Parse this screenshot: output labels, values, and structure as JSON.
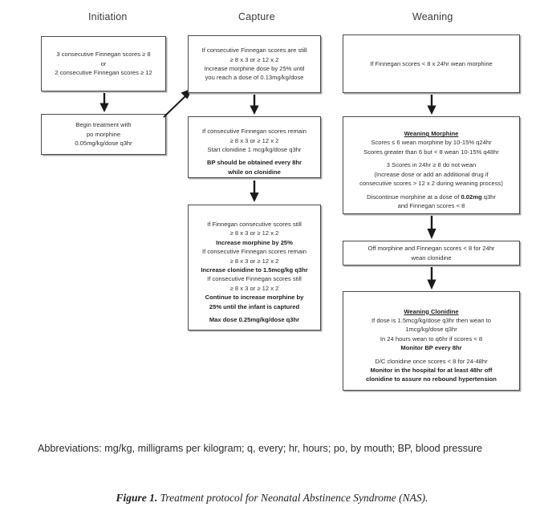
{
  "figure": {
    "headers": [
      {
        "id": "initiation",
        "label": "Initiation"
      },
      {
        "id": "capture",
        "label": "Capture"
      },
      {
        "id": "weaning",
        "label": "Weaning"
      }
    ],
    "nodes": {
      "initiation_1": "3 consecutive Finnegan  scores ≥ 8\nor\n2 consecutive Finnegan scores ≥ 12",
      "initiation_2": "Begin treatment with\npo morphine\n0.05mg/kg/dose q3hr",
      "capture_1": "If consecutive Finnegan scores are still\n≥ 8 x 3 or ≥ 12 x 2\nIncrease morphine dose by 25% until\nyou reach a dose of 0.13mg/kg/dose",
      "capture_2_plain_a": "If consecutive Finnegan scores remain\n≥ 8 x 3 or ≥ 12 x 2\nStart clonidine 1 mcg/kg/dose q3hr",
      "capture_2_bold_b": "BP should be obtained every 8hr\nwhile on clonidine",
      "capture_3_line1": "If Finnegan consecutive scores still\n≥ 8 x 3 or ≥ 12 x 2",
      "capture_3_bold1": "Increase morphine by 25%",
      "capture_3_line2": "If consecutive Finnegan scores remain\n≥ 8 x 3 or ≥ 12 x 2",
      "capture_3_bold2": "Increase clonidine to 1.5mcg/kg q3hr",
      "capture_3_line3": "If consecutive Finnegan scores still\n≥ 8 x 3 or ≥ 12 x 2",
      "capture_3_bold3": "Continue to increase morphine by\n25% until the infant is captured",
      "capture_3_bold4": "Max dose 0.25mg/kg/dose q3hr",
      "weaning_1": "If Finnegan scores < 8 x 24hr wean morphine",
      "weaning_2_title": "Weaning Morphine",
      "weaning_2_a": "Scores ≤ 6 wean morphine by 10-15% q24hr\nScores greater than 6 but < 8 wean 10-15% q48hr",
      "weaning_2_b": "3 Scores in 24hr ≥ 8 do not wean\n(Increase dose or add an additional drug if\nconsecutive scores > 12 x 2 during weaning process)",
      "weaning_2_c_pre": "Discontinue morphine at a dose of ",
      "weaning_2_c_bold": "0.02mg",
      "weaning_2_c_post": " q3hr\nand Finnegan scores < 8",
      "weaning_3": "Off morphine and Finnegan scores < 8 for 24hr\nwean clonidine",
      "weaning_4_title": "Weaning Clonidine",
      "weaning_4_a": "If dose is 1.5mcg/kg/dose q3hr then wean to\n1mcg/kg/dose q3hr\nIn 24 hours wean to q6hr if scores < 8",
      "weaning_4_bold1": "Monitor BP every 8hr",
      "weaning_4_b": "D/C clonidine once scores < 8 for 24-48hr",
      "weaning_4_bold2": "Monitor in the hospital for at least 48hr off",
      "weaning_4_bold3": "clonidine to assure no rebound hypertension"
    },
    "abbreviations": "Abbreviations:  mg/kg, milligrams per kilogram; q, every; hr, hours; po, by mouth; BP, blood pressure",
    "caption_label": "Figure 1.",
    "caption_text": " Treatment protocol for Neonatal Abstinence Syndrome (NAS)."
  }
}
